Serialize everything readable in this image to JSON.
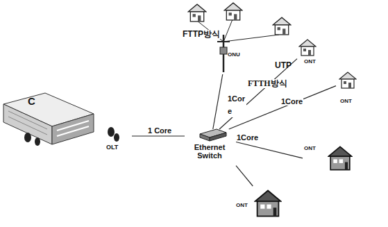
{
  "diagram": {
    "nodes": [
      {
        "text": [
          "OLT"
        ]
      },
      {
        "text": [
          "Ethernet Switch"
        ]
      },
      {
        "text": [
          "ONU"
        ]
      },
      {
        "text": [
          "ONT"
        ]
      },
      {
        "text": [
          "ONT"
        ]
      },
      {
        "text": [
          "ONT"
        ]
      },
      {
        "text": [
          "ONT"
        ]
      }
    ],
    "edges": [
      {
        "from": 0,
        "to": 1,
        "label": "1 Core",
        "arrow": "none"
      },
      {
        "from": 1,
        "to": 2,
        "label": "1Cor e",
        "arrow": "none"
      },
      {
        "from": 1,
        "to": 3,
        "arrow": "none"
      },
      {
        "from": 1,
        "to": 4,
        "label": "1Core",
        "arrow": "none"
      },
      {
        "from": 1,
        "to": 5,
        "label": "1Core",
        "arrow": "none"
      },
      {
        "from": 1,
        "to": 6,
        "arrow": "none"
      }
    ],
    "labels": [
      "C",
      "FTTP방식",
      "UTP",
      "FTTH방식"
    ]
  }
}
